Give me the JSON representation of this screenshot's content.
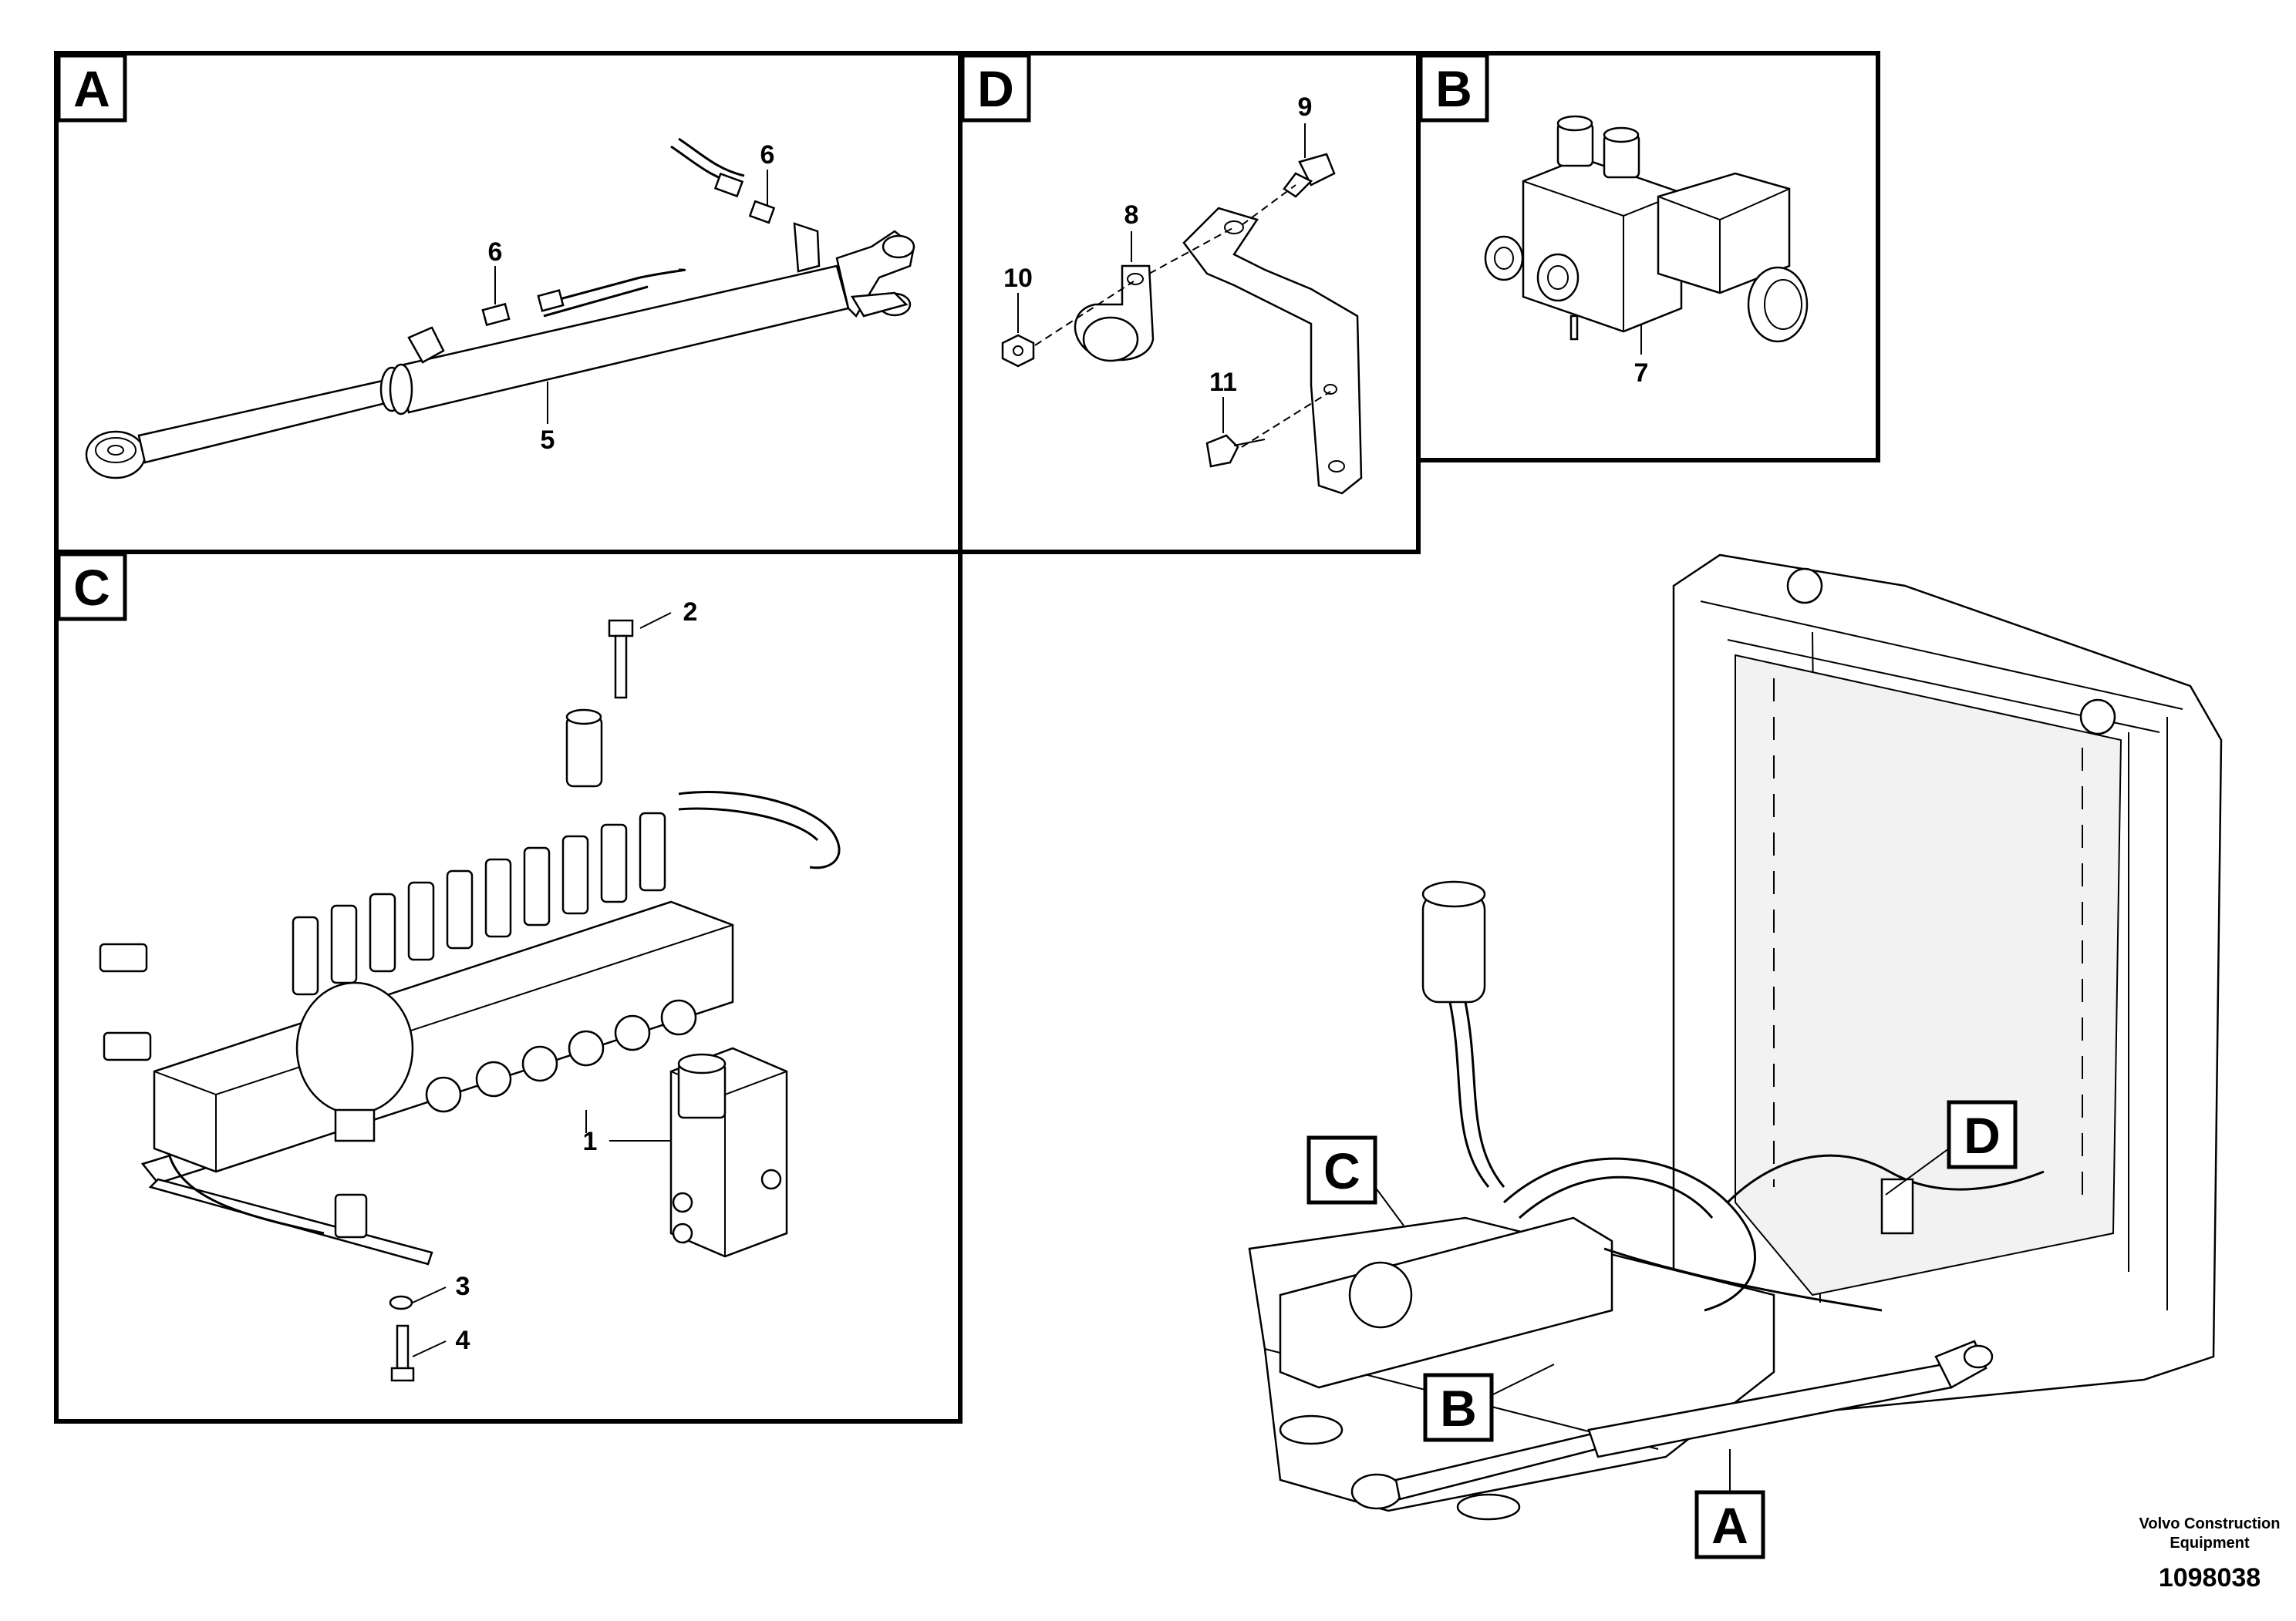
{
  "panels": {
    "A": {
      "label": "A"
    },
    "B": {
      "label": "B"
    },
    "C": {
      "label": "C"
    },
    "D": {
      "label": "D"
    }
  },
  "callouts": {
    "c1": "1",
    "c2": "2",
    "c3": "3",
    "c4": "4",
    "c5": "5",
    "c6a": "6",
    "c6b": "6",
    "c7": "7",
    "c8": "8",
    "c9": "9",
    "c10": "10",
    "c11": "11"
  },
  "overview_markers": {
    "C": "C",
    "D": "D",
    "B": "B",
    "A": "A"
  },
  "footer": {
    "manufacturer_line1": "Volvo Construction",
    "manufacturer_line2": "Equipment",
    "drawing_number": "1098038"
  }
}
